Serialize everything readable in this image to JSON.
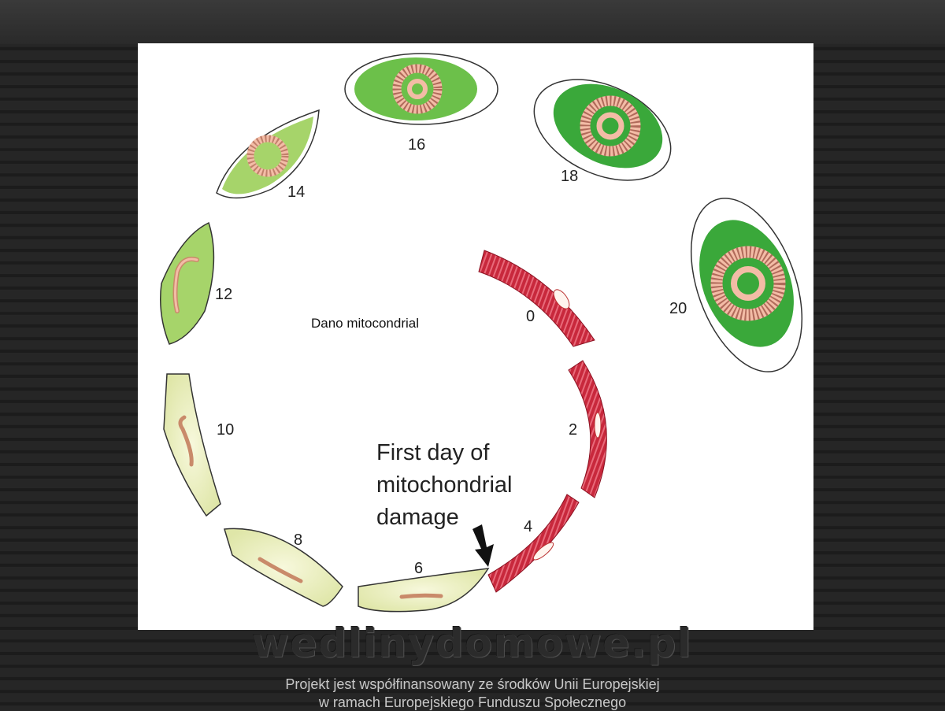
{
  "diagram": {
    "center_label": "Dano mitocondrial",
    "annotation": {
      "line1": "First day of",
      "line2": "mitochondrial",
      "line3": "damage"
    },
    "stages": [
      {
        "id": "0",
        "label": "0"
      },
      {
        "id": "2",
        "label": "2"
      },
      {
        "id": "4",
        "label": "4"
      },
      {
        "id": "6",
        "label": "6"
      },
      {
        "id": "8",
        "label": "8"
      },
      {
        "id": "10",
        "label": "10"
      },
      {
        "id": "12",
        "label": "12"
      },
      {
        "id": "14",
        "label": "14"
      },
      {
        "id": "16",
        "label": "16"
      },
      {
        "id": "18",
        "label": "18"
      },
      {
        "id": "20",
        "label": "20"
      }
    ],
    "colors": {
      "muscle": "#c8283c",
      "cyst_early": "#eef0c6",
      "cyst_mid": "#a6d46a",
      "cyst_late": "#3aa83a",
      "larva": "#f3bca6"
    }
  },
  "watermark": "wedlinydomowe.pl",
  "footer": {
    "line1": "Projekt jest współfinansowany ze środków Unii Europejskiej",
    "line2": "w ramach Europejskiego Funduszu Społecznego"
  }
}
